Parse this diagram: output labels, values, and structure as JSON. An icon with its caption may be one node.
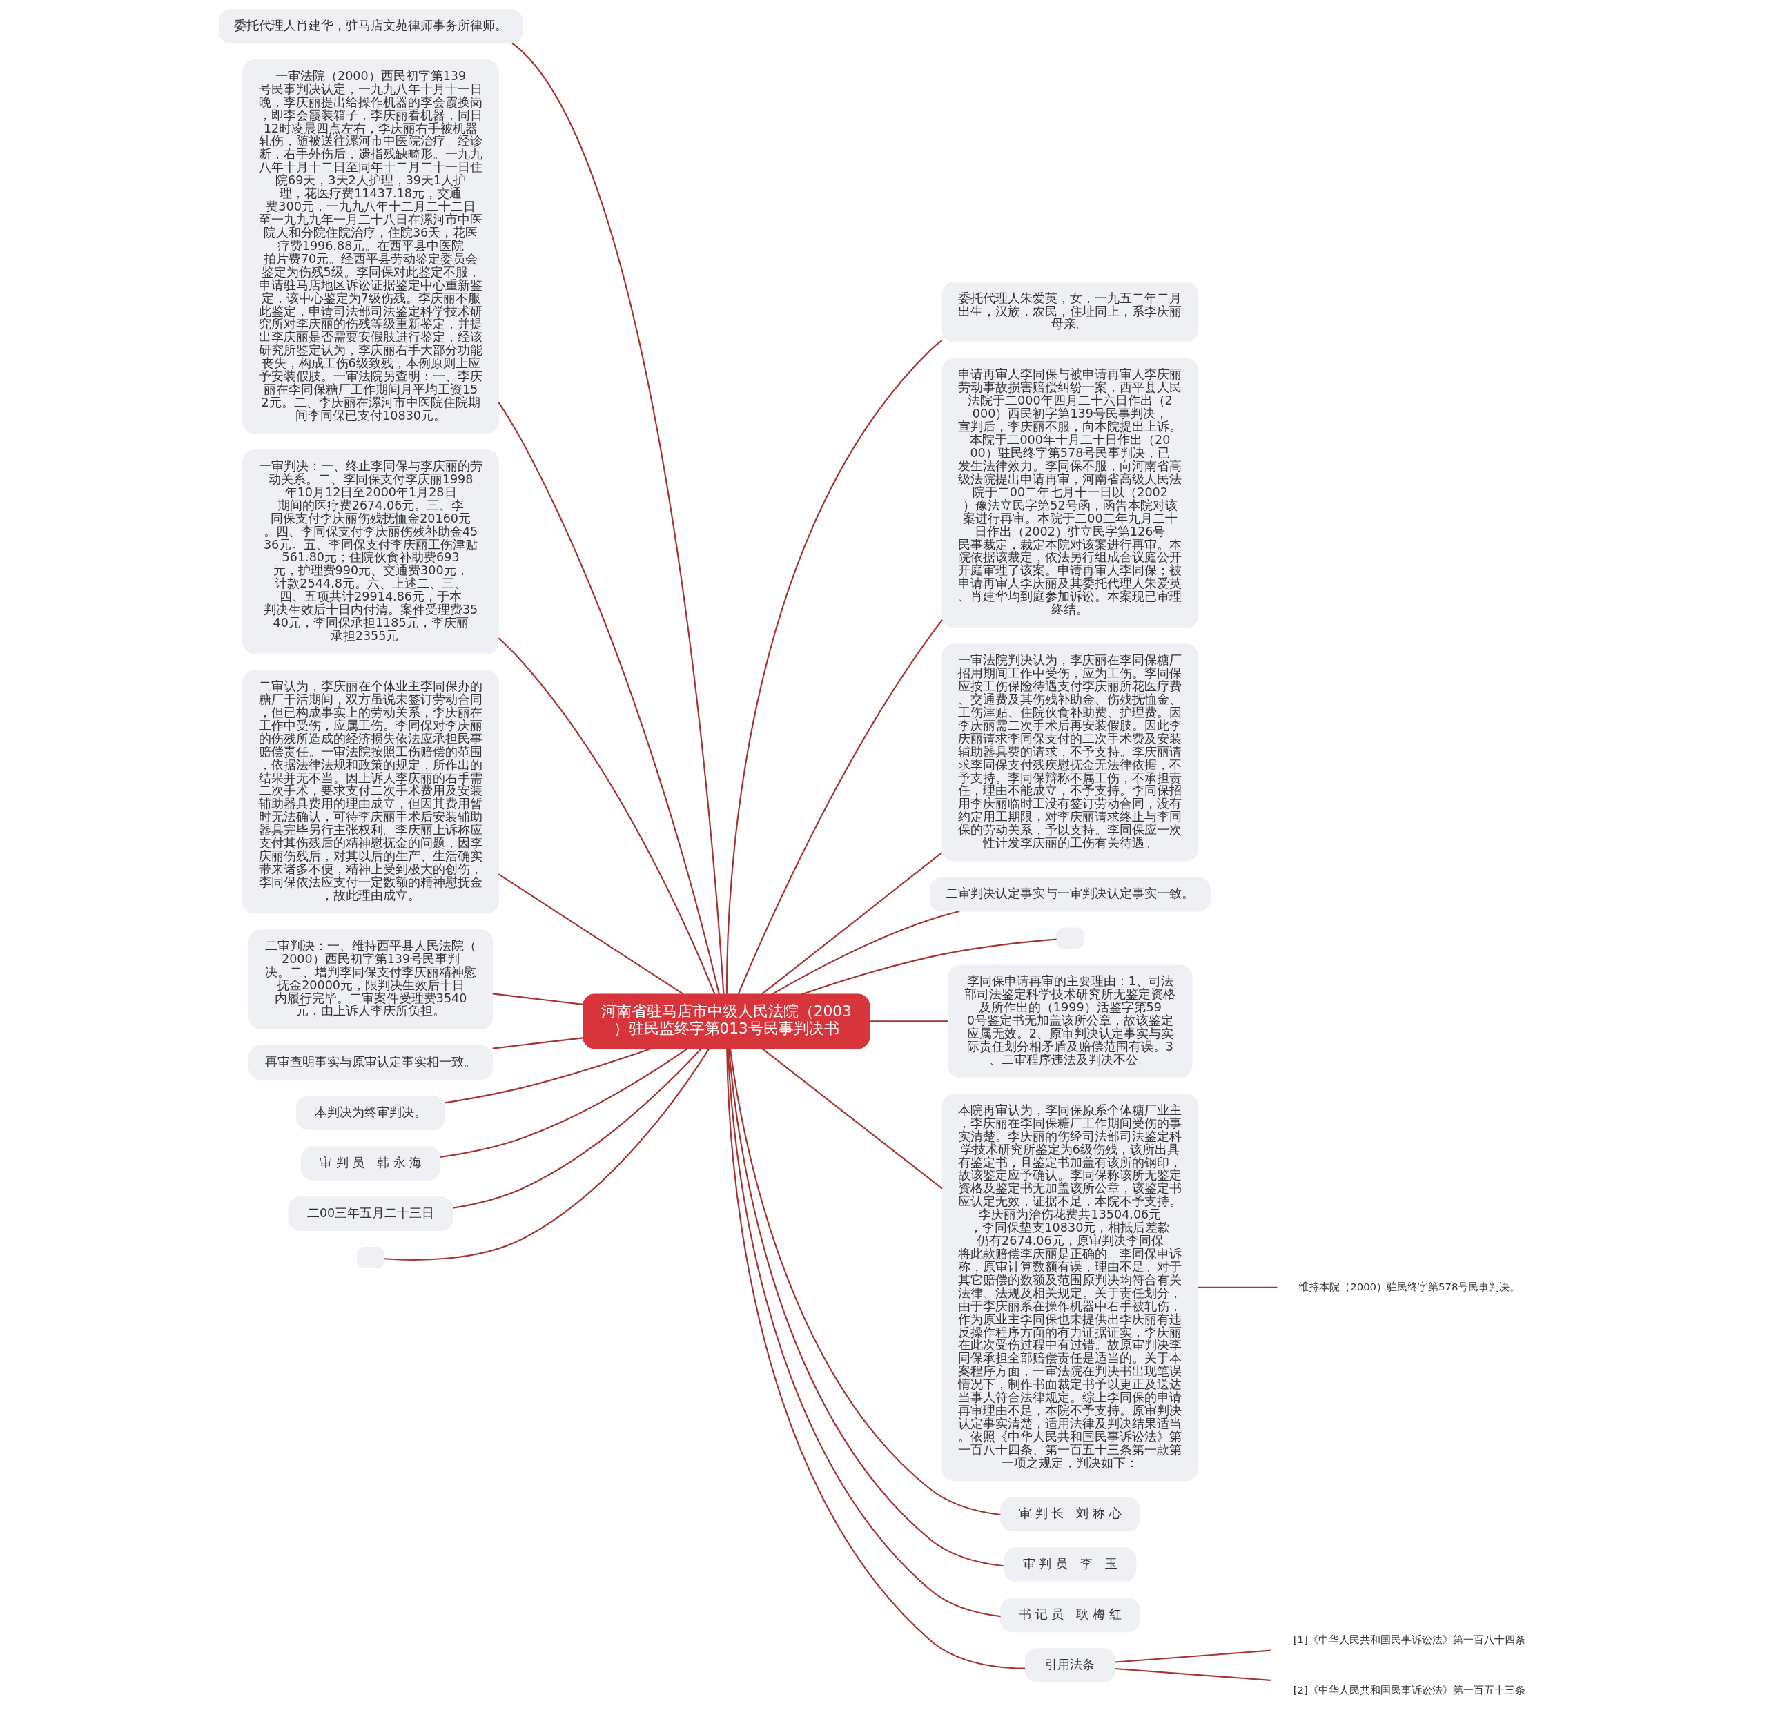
{
  "diagram": {
    "nodes": [
      {
        "text": [
          "河南省驻马店市中级人民法院（2003）驻民监终字第013号民事判决书"
        ]
      },
      {
        "text": [
          "委托代理人肖建华，驻马店文苑律师事务所律师。"
        ]
      },
      {
        "text": [
          "一审法院（2000）西民初字第139号民事判决认定，一九九八年十月十一日晚，李庆丽提出给操作机器的李会霞换岗，即李会霞装箱子，李庆丽看机器，同日12时凌晨四点左右，李庆丽右手被机器轧伤，随被送往漯河市中医院治疗。经诊断，右手外伤后，遗指残缺畸形。一九九八年十月十二日至同年十二月二十一日住院69天，3天2人护理，39天1人护理，花医疗费11437.18元，交通费300元，一九九八年十二月二十二日至一九九九年一月二十八日在漯河市中医院人和分院住院治疗，住院36天，花医疗费1996.88元。在西平县中医院拍片费70元。经西平县劳动鉴定委员会鉴定为伤残5级。李同保对此鉴定不服，申请驻马店地区诉讼证据鉴定中心重新鉴定，该中心鉴定为7级伤残。李庆丽不服此鉴定，申请司法部司法鉴定科学技术研究所对李庆丽的伤残等级重新鉴定，并提出李庆丽是否需要安假肢进行鉴定，经该研究所鉴定认为，李庆丽右手大部分功能丧失，构成工伤6级致残，本例原则上应予安装假肢。一审法院另查明：一、李庆丽在李同保糖厂工作期间月平均工资152元。二、李庆丽在漯河市中医院住院期间李同保已支付10830元。"
        ]
      },
      {
        "text": [
          "一审判决：一、终止李同保与李庆丽的劳动关系。二、李同保支付李庆丽1998年10月12日至2000年1月28日期间的医疗费2674.06元。三、李同保支付李庆丽伤残抚恤金20160元。四、李同保支付李庆丽伤残补助金4536元。五、李同保支付李庆丽工伤津贴561.80元；住院伙食补助费693元，护理费990元、交通费300元，计款2544.8元。六、上述二、三、四、五项共计29914.86元，于本判决生效后十日内付清。案件受理费3540元，李同保承担1185元，李庆丽承担2355元。"
        ]
      },
      {
        "text": [
          "二审认为，李庆丽在个体业主李同保办的糖厂干活期间，双方虽说未签订劳动合同，但已构成事实上的劳动关系，李庆丽在工作中受伤，应属工伤。李同保对李庆丽的伤残所造成的经济损失依法应承担民事赔偿责任。一审法院按照工伤赔偿的范围，依据法律法规和政策的规定，所作出的结果并无不当。因上诉人李庆丽的右手需二次手术，要求支付二次手术费用及安装辅助器具费用的理由成立，但因其费用暂时无法确认，可待李庆丽手术后安装辅助器具完毕另行主张权利。李庆丽上诉称应支付其伤残后的精神慰抚金的问题，因李庆丽伤残后，对其以后的生产、生活确实带来诸多不便，精神上受到极大的创伤，李同保依法应支付一定数额的精神慰抚金，故此理由成立。"
        ]
      },
      {
        "text": [
          "二审判决：一、维持西平县人民法院（2000）西民初字第139号民事判决。二、增判李同保支付李庆丽精神慰抚金20000元，限判决生效后十日内履行完毕。二审案件受理费3540元，由上诉人李庆所负担。"
        ]
      },
      {
        "text": [
          "再审查明事实与原审认定事实相一致。"
        ]
      },
      {
        "text": [
          "本判决为终审判决。"
        ]
      },
      {
        "text": [
          "审 判 员　韩 永 海"
        ]
      },
      {
        "text": [
          "二00三年五月二十三日"
        ]
      },
      {
        "text": [],
        "shape": "box"
      },
      {
        "text": [
          "委托代理人朱爱英，女，一九五二年二月出生，汉族，农民，住址同上，系李庆丽母亲。"
        ]
      },
      {
        "text": [
          "申请再审人李同保与被申请再审人李庆丽劳动事故损害赔偿纠纷一案，西平县人民法院于二000年四月二十六日作出（2000）西民初字第139号民事判决，宣判后，李庆丽不服，向本院提出上诉。本院于二000年十月二十日作出（2000）驻民终字第578号民事判决，已发生法律效力。李同保不服，向河南省高级法院提出申请再审，河南省高级人民法院于二00二年七月十一日以（2002）豫法立民字第52号函，函告本院对该案进行再审。本院于二00二年九月二十日作出（2002）驻立民字第126号民事裁定，裁定本院对该案进行再审。本院依据该裁定，依法另行组成合议庭公开开庭审理了该案。申请再审人李同保；被申请再审人李庆丽及其委托代理人朱爱英、肖建华均到庭参加诉讼。本案现已审理终结。"
        ]
      },
      {
        "text": [
          "一审法院判决认为，李庆丽在李同保糖厂招用期间工作中受伤，应为工伤。李同保应按工伤保险待遇支付李庆丽所花医疗费、交通费及其伤残补助金、伤残抚恤金、工伤津贴、住院伙食补助费、护理费。因李庆丽需二次手术后再安装假肢。因此李庆丽请求李同保支付的二次手术费及安装辅助器具费的请求，不予支持。李庆丽请求李同保支付残疾慰抚金无法律依据，不予支持。李同保辩称不属工伤，不承担责任，理由不能成立，不予支持。李同保招用李庆丽临时工没有签订劳动合同，没有约定用工期限，对李庆丽请求终止与李同保的劳动关系，予以支持。李同保应一次性计发李庆丽的工伤有关待遇。"
        ]
      },
      {
        "text": [
          "二审判决认定事实与一审判决认定事实一致。"
        ]
      },
      {
        "text": [],
        "shape": "box"
      },
      {
        "text": [
          "李同保申请再审的主要理由：1、司法部司法鉴定科学技术研究所无鉴定资格及所作出的（1999）活鉴字第590号鉴定书无加盖该所公章，故该鉴定应属无效。2、原审判决认定事实与实际责任划分相矛盾及赔偿范围有误。3、二审程序违法及判决不公。"
        ]
      },
      {
        "text": [
          "本院再审认为，李同保原系个体糖厂业主，李庆丽在李同保糖厂工作期间受伤的事实清楚。李庆丽的伤经司法部司法鉴定科学技术研究所鉴定为6级伤残，该所出具有鉴定书，且鉴定书加盖有该所的钢印，故该鉴定应予确认。李同保称该所无鉴定资格及鉴定书无加盖该所公章，该鉴定书应认定无效，证据不足，本院不予支持。李庆丽为治伤花费共13504.06元，李同保垫支10830元，相抵后差款仍有2674.06元，原审判决李同保将此款赔偿李庆丽是正确的。李同保申诉称，原审计算数额有误，理由不足。对于其它赔偿的数额及范围原判决均符合有关法律、法规及相关规定。关于责任划分，由于李庆丽系在操作机器中右手被轧伤，作为原业主李同保也未提供出李庆丽有违反操作程序方面的有力证据证实，李庆丽在此次受伤过程中有过错。故原审判决李同保承担全部赔偿责任是适当的。关于本案程序方面，一审法院在判决书出现笔误情况下，制作书面裁定书予以更正及送达当事人符合法律规定。综上李同保的申请再审理由不足，本院不予支持。原审判决认定事实清楚，适用法律及判决结果适当。依照《中华人民共和国民事诉讼法》第一百八十四条、第一百五十三条第一款第一项之规定，判决如下："
        ]
      },
      {
        "text": [
          "维持本院（2000）驻民终字第578号民事判决。"
        ]
      },
      {
        "text": [
          "审 判 长　刘 称 心"
        ]
      },
      {
        "text": [
          "审 判 员　李　玉"
        ]
      },
      {
        "text": [
          "书 记 员　耿 梅 红"
        ]
      },
      {
        "text": [
          "引用法条"
        ]
      },
      {
        "text": [
          "[1]《中华人民共和国民事诉讼法》第一百八十四条"
        ]
      },
      {
        "text": [
          "[2]《中华人民共和国民事诉讼法》第一百五十三条"
        ]
      }
    ],
    "edges": [
      {
        "from": 0,
        "to": 1,
        "arrow": "none"
      },
      {
        "from": 0,
        "to": 2,
        "arrow": "none"
      },
      {
        "from": 0,
        "to": 3,
        "arrow": "none"
      },
      {
        "from": 0,
        "to": 4,
        "arrow": "none"
      },
      {
        "from": 0,
        "to": 5,
        "arrow": "none"
      },
      {
        "from": 0,
        "to": 6,
        "arrow": "none"
      },
      {
        "from": 0,
        "to": 7,
        "arrow": "none"
      },
      {
        "from": 0,
        "to": 8,
        "arrow": "none"
      },
      {
        "from": 0,
        "to": 9,
        "arrow": "none"
      },
      {
        "from": 0,
        "to": 10,
        "arrow": "none"
      },
      {
        "from": 0,
        "to": 11,
        "arrow": "none"
      },
      {
        "from": 0,
        "to": 12,
        "arrow": "none"
      },
      {
        "from": 0,
        "to": 13,
        "arrow": "none"
      },
      {
        "from": 0,
        "to": 14,
        "arrow": "none"
      },
      {
        "from": 0,
        "to": 15,
        "arrow": "none"
      },
      {
        "from": 0,
        "to": 16,
        "arrow": "none"
      },
      {
        "from": 0,
        "to": 17,
        "arrow": "none"
      },
      {
        "from": 17,
        "to": 18,
        "arrow": "none"
      },
      {
        "from": 0,
        "to": 19,
        "arrow": "none"
      },
      {
        "from": 0,
        "to": 20,
        "arrow": "none"
      },
      {
        "from": 0,
        "to": 21,
        "arrow": "none"
      },
      {
        "from": 0,
        "to": 22,
        "arrow": "none"
      },
      {
        "from": 22,
        "to": 23,
        "arrow": "none"
      },
      {
        "from": 22,
        "to": 24,
        "arrow": "none"
      }
    ]
  }
}
